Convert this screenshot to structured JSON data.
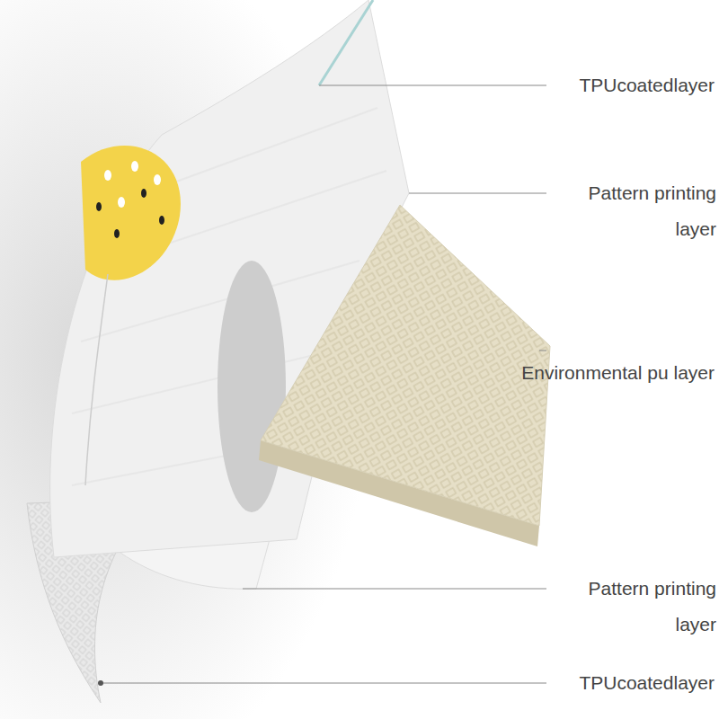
{
  "diagram": {
    "labels": [
      "TPUcoatedlayer",
      "Pattern printing layer",
      "Environmental pu layer",
      "Pattern printing layer",
      "TPUcoatedlayer"
    ]
  }
}
